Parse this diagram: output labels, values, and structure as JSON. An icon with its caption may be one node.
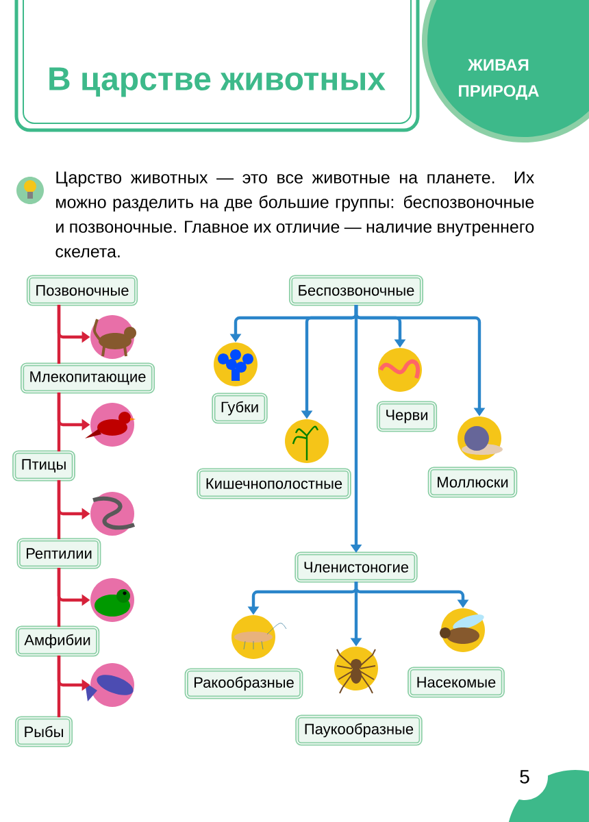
{
  "diagram": {
    "title": "В царстве животных",
    "nodes": [
      {
        "text": [
          "ЖИВАЯ ПРИРОДА"
        ]
      },
      {
        "text": [
          "Позвоночные"
        ]
      },
      {
        "text": [],
        "shape": "picture"
      },
      {
        "text": [
          "Млекопитающие"
        ]
      },
      {
        "text": [],
        "shape": "picture"
      },
      {
        "text": [
          "Птицы"
        ]
      },
      {
        "text": [],
        "shape": "picture"
      },
      {
        "text": [
          "Рептилии"
        ]
      },
      {
        "text": [],
        "shape": "picture"
      },
      {
        "text": [
          "Амфибии"
        ]
      },
      {
        "text": [],
        "shape": "picture"
      },
      {
        "text": [
          "Рыбы"
        ]
      },
      {
        "text": [
          "Беспозвоночные"
        ]
      },
      {
        "text": [],
        "shape": "picture"
      },
      {
        "text": [
          "Губки"
        ]
      },
      {
        "text": [],
        "shape": "picture"
      },
      {
        "text": [
          "Кишечнополостные"
        ]
      },
      {
        "text": [],
        "shape": "picture"
      },
      {
        "text": [
          "Черви"
        ]
      },
      {
        "text": [],
        "shape": "picture"
      },
      {
        "text": [
          "Моллюски"
        ]
      },
      {
        "text": [
          "Членистоногие"
        ]
      },
      {
        "text": [],
        "shape": "picture"
      },
      {
        "text": [],
        "shape": "picture"
      },
      {
        "text": [],
        "shape": "picture"
      },
      {
        "text": [
          "Ракообразные"
        ]
      },
      {
        "text": [
          "Насекомые"
        ]
      },
      {
        "text": [
          "Паукообразные"
        ]
      }
    ],
    "edges": [
      {
        "from": 1,
        "to": 3,
        "arrow": "none"
      },
      {
        "from": 3,
        "to": 5,
        "arrow": "none"
      },
      {
        "from": 5,
        "to": 7,
        "arrow": "none"
      },
      {
        "from": 7,
        "to": 9,
        "arrow": "none"
      },
      {
        "from": 9,
        "to": 11,
        "arrow": "none"
      },
      {
        "from": 1,
        "to": 2,
        "arrow": "to"
      },
      {
        "from": 3,
        "to": 4,
        "arrow": "to"
      },
      {
        "from": 5,
        "to": 6,
        "arrow": "to"
      },
      {
        "from": 7,
        "to": 8,
        "arrow": "to"
      },
      {
        "from": 9,
        "to": 10,
        "arrow": "to"
      },
      {
        "from": 12,
        "to": 13,
        "arrow": "to",
        "color": "#2a85ca"
      },
      {
        "from": 12,
        "to": 15,
        "arrow": "to",
        "color": "#2a85ca"
      },
      {
        "from": 12,
        "to": 17,
        "arrow": "to",
        "color": "#2a85ca"
      },
      {
        "from": 12,
        "to": 19,
        "arrow": "to",
        "color": "#2a85ca"
      },
      {
        "from": 12,
        "to": 21,
        "arrow": "to",
        "color": "#2a85ca"
      },
      {
        "from": 21,
        "to": 22,
        "arrow": "to",
        "color": "#2a85ca"
      },
      {
        "from": 21,
        "to": 23,
        "arrow": "to",
        "color": "#2a85ca"
      },
      {
        "from": 21,
        "to": 24,
        "arrow": "to",
        "color": "#2a85ca"
      }
    ],
    "labels": [
      "Царство животных — это все животные на планете. Их можно разделить на две большие группы: беспозвоночные и позвоночные. Главное их отличие — наличие внутреннего скелета.",
      "5"
    ]
  }
}
